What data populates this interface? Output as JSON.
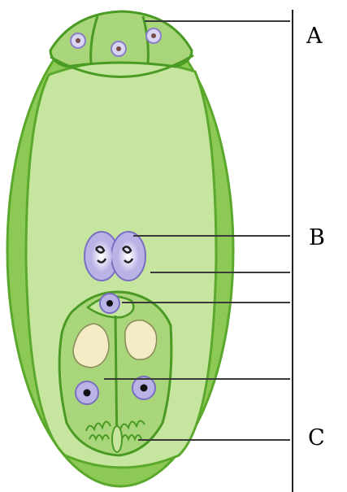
{
  "labels": {
    "a": "A",
    "b": "B",
    "c": "C"
  },
  "colors": {
    "membrane": "#6bbf3a",
    "membrane_dark": "#4a9a24",
    "cytoplasm": "#c8e6a0",
    "cell_fill": "#a9d67a",
    "nucleus": "#b9b3e6",
    "nucleus_edge": "#7a6fc2",
    "vacuole": "#f3ecc4",
    "line": "#333333"
  },
  "icons": [
    "embryo-sac-diagram"
  ]
}
